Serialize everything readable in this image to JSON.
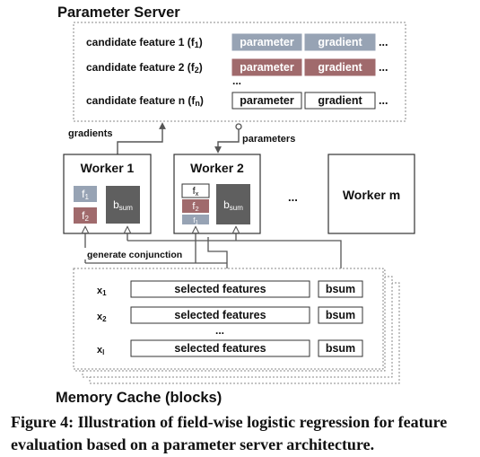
{
  "parameter_server": {
    "title": "Parameter Server",
    "rows": [
      {
        "label": "candidate feature 1 (f",
        "sub": "1",
        "tail": ")",
        "param": "parameter",
        "grad": "gradient",
        "ellipsis": "...",
        "color": "#97a3b4",
        "text_color": "#ffffff"
      },
      {
        "label": "candidate feature 2 (f",
        "sub": "2",
        "tail": ")",
        "param": "parameter",
        "grad": "gradient",
        "ellipsis": "...",
        "color": "#a06a6c",
        "text_color": "#ffffff"
      },
      {
        "label": "candidate feature n (f",
        "sub": "n",
        "tail": ")",
        "param": "parameter",
        "grad": "gradient",
        "ellipsis": "...",
        "color": "#ffffff",
        "text_color": "#111111"
      }
    ],
    "vdots": "..."
  },
  "arrows": {
    "gradients": "gradients",
    "parameters": "parameters",
    "generate": "generate conjunction"
  },
  "workers": {
    "w1": {
      "title": "Worker 1",
      "f1": "f",
      "f1_sub": "1",
      "f2": "f",
      "f2_sub": "2",
      "bsum": "b",
      "bsum_sub": "sum"
    },
    "w2": {
      "title": "Worker 2",
      "fx": "f",
      "fx_sub": "x",
      "f2": "f",
      "f2_sub": "2",
      "f1": "f",
      "f1_sub": "1",
      "bsum": "b",
      "bsum_sub": "sum"
    },
    "ellipsis": "...",
    "wm": {
      "title": "Worker m"
    }
  },
  "memory_cache": {
    "title": "Memory Cache (blocks)",
    "rows": [
      {
        "x": "x",
        "sub": "1",
        "features": "selected features",
        "bsum": "bsum"
      },
      {
        "x": "x",
        "sub": "2",
        "features": "selected features",
        "bsum": "bsum"
      },
      {
        "x": "x",
        "sub": "l",
        "features": "selected features",
        "bsum": "bsum"
      }
    ],
    "vdots": "..."
  },
  "colors": {
    "gray_blue": "#97a3b4",
    "mauve": "#a06a6c",
    "dark": "#5f5f5f",
    "line": "#707070"
  },
  "caption": "Figure 4: Illustration of field-wise logistic regression for feature evaluation based on a parameter server architecture."
}
